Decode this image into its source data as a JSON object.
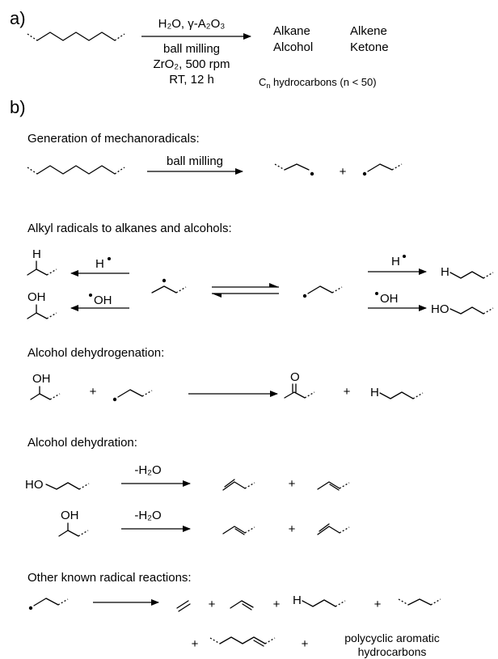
{
  "part_a": {
    "label": "a)",
    "condition_top": "H₂O, γ-A₂O₃",
    "condition_mill": "ball milling",
    "condition_zr": "ZrO₂, 500 rpm",
    "condition_rt": "RT, 12 h",
    "products": [
      "Alkane",
      "Alkene",
      "Alcohol",
      "Ketone"
    ],
    "cn_note_prefix": "C",
    "cn_note_sub": "n",
    "cn_note_suffix": " hydrocarbons (n < 50)"
  },
  "part_b": {
    "label": "b)",
    "sections": {
      "mechanoradicals": {
        "title": "Generation of mechanoradicals:",
        "arrow_label": "ball milling"
      },
      "alkyl": {
        "title": "Alkyl radicals to alkanes and alcohols:",
        "h_label": "H",
        "oh_label": "OH",
        "ho_label": "HO"
      },
      "dehydrogenation": {
        "title": "Alcohol dehydrogenation:",
        "oh_label": "OH",
        "o_label": "O",
        "h_label": "H"
      },
      "dehydration": {
        "title": "Alcohol dehydration:",
        "reagent": "-H₂O",
        "oh_label": "OH",
        "ho_label": "HO"
      },
      "other": {
        "title": "Other known radical reactions:",
        "h_label": "H",
        "pah_line1": "polycyclic aromatic",
        "pah_line2": "hydrocarbons"
      }
    },
    "plus": "+"
  }
}
